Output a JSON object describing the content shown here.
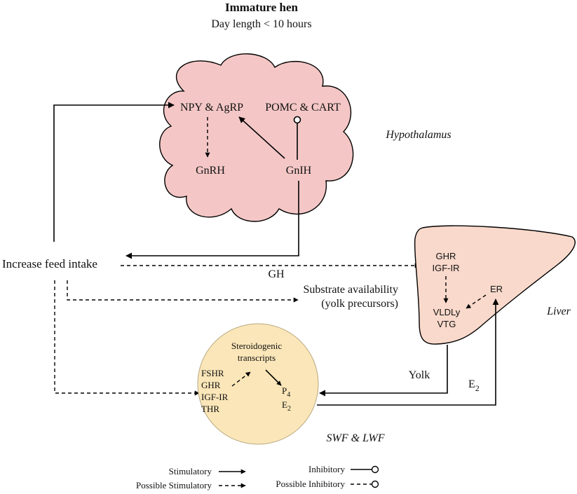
{
  "title": "Immature hen",
  "subtitle": "Day length < 10 hours",
  "hypothalamus": {
    "label": "Hypothalamus",
    "npy_agrp": "NPY & AgRP",
    "pomc_cart": "POMC & CART",
    "gnrh": "GnRH",
    "gnih": "GnIH",
    "fill": "#f4c7c6"
  },
  "feed_intake": "Increase feed intake",
  "gh": "GH",
  "substrate": [
    "Substrate availability",
    "(yolk precursors)"
  ],
  "liver": {
    "label": "Liver",
    "ghr": "GHR",
    "igf_ir": "IGF-IR",
    "er": "ER",
    "vldly": "VLDLy",
    "vtg": "VTG",
    "fill": "#f9d9cb"
  },
  "yolk": "Yolk",
  "e2_main": "E",
  "e2_sub": "2",
  "follicle": {
    "label": "SWF & LWF",
    "steroidogenic": [
      "Steroidogenic",
      "transcripts"
    ],
    "receptors": [
      "FSHR",
      "GHR",
      "IGF-IR",
      "THR"
    ],
    "p4_main": "P",
    "p4_sub": "4",
    "e2_main": "E",
    "e2_sub": "2",
    "fill": "#fae6b8"
  },
  "legend": {
    "stimulatory": "Stimulatory",
    "possible_stimulatory": "Possible Stimulatory",
    "inhibitory": "Inhibitory",
    "possible_inhibitory": "Possible Inhibitory"
  }
}
